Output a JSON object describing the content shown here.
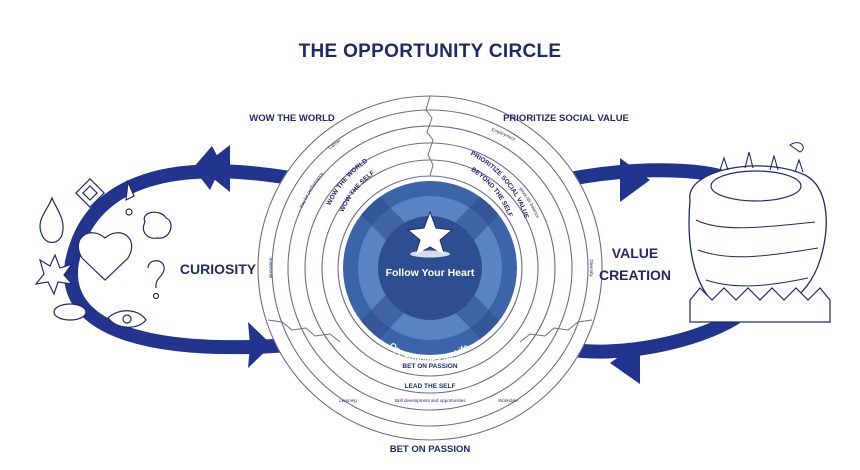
{
  "title": "THE OPPORTUNITY CIRCLE",
  "labels": {
    "top_left": "WOW THE WORLD",
    "top_right": "PRIORITIZE SOCIAL VALUE",
    "bottom": "BET ON PASSION",
    "curiosity": "CURIOSITY",
    "value_line1": "VALUE",
    "value_line2": "CREATION"
  },
  "center": {
    "title": "Follow Your Heart",
    "subtitle": "Opportunities for Life."
  },
  "inner_ring": {
    "left": "WOW THE WORLD",
    "left2": "WOW THE SELF",
    "right": "PRIORITIZE SOCIAL VALUE",
    "right2": "BEYOND THE SELF",
    "bottom": "BET ON PASSION",
    "bottom2": "LEAD THE SELF"
  },
  "outer_ring": {
    "career": "Career",
    "pay": "Pay for performance",
    "innovation": "Innovation",
    "employment": "Employment",
    "worklife": "Work-life balance",
    "diversity": "Diversity",
    "learning": "Learning",
    "skill": "Skill development and opportunities",
    "workstyle": "Workstyle"
  }
}
